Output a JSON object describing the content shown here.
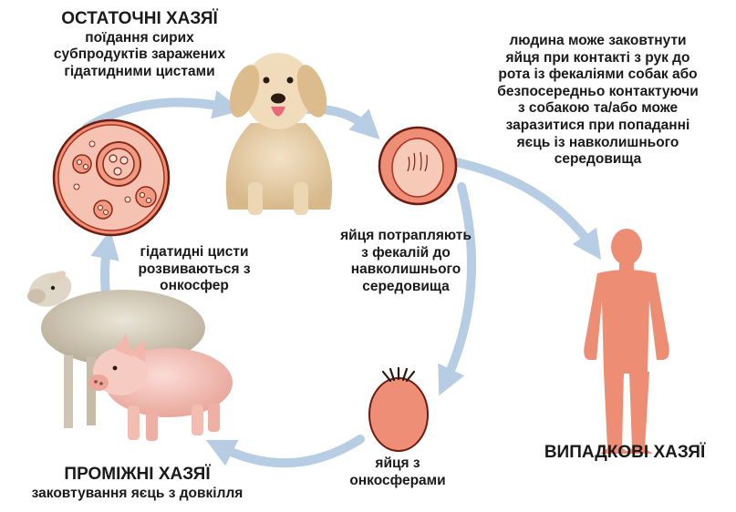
{
  "definitive_host": {
    "title": "ОСТАТОЧНІ ХАЗЯЇ",
    "lines": [
      "поїдання сирих",
      "субпродуктів заражених",
      "гідатидними цистами"
    ]
  },
  "human_infection": {
    "lines": [
      "людина може заковтнути",
      "яйця при контакті з рук до",
      "рота із фекаліями собак або",
      "безпосередньо контактуючи",
      "з собакою та/або може",
      "заразитися при попаданні",
      "яєць із навколишнього",
      "середовища"
    ]
  },
  "eggs_shed": {
    "lines": [
      "яйця потрапляють",
      "з фекалій до",
      "навколишнього",
      "середовища"
    ]
  },
  "hydatid_cysts": {
    "lines": [
      "гідатидні цисти",
      "розвиваються з",
      "онкосфер"
    ]
  },
  "egg_oncosphere": {
    "lines": [
      "яйця з",
      "онкосферами"
    ]
  },
  "intermediate_host": {
    "title": "ПРОМІЖНІ ХАЗЯЇ",
    "lines": [
      "заковтування яєць з довкілля"
    ]
  },
  "accidental_host": {
    "title": "ВИПАДКОВІ ХАЗЯЇ"
  },
  "colors": {
    "arrow": "#b7cde3",
    "egg_fill": "#ee8e77",
    "egg_dark": "#a9301d",
    "human": "#ec8d74",
    "dog": "#e8d2ae",
    "sheep": "#d8d0c0",
    "pig": "#f4c1b8"
  }
}
